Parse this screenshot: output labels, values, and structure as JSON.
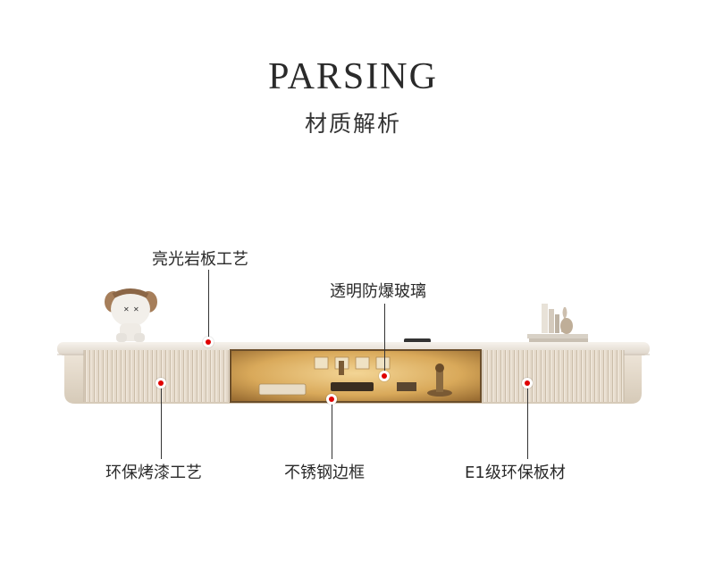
{
  "header": {
    "title": "PARSING",
    "subtitle": "材质解析"
  },
  "callouts": {
    "top_left": "亮光岩板工艺",
    "top_middle": "透明防爆玻璃",
    "bottom_left": "环保烤漆工艺",
    "bottom_middle": "不锈钢边框",
    "bottom_right": "E1级环保板材"
  },
  "colors": {
    "marker_red": "#e00000",
    "cabinet_cream": "#e6dbcc",
    "slab_white": "#f1ece4",
    "glow_amber": "#e8b860"
  }
}
